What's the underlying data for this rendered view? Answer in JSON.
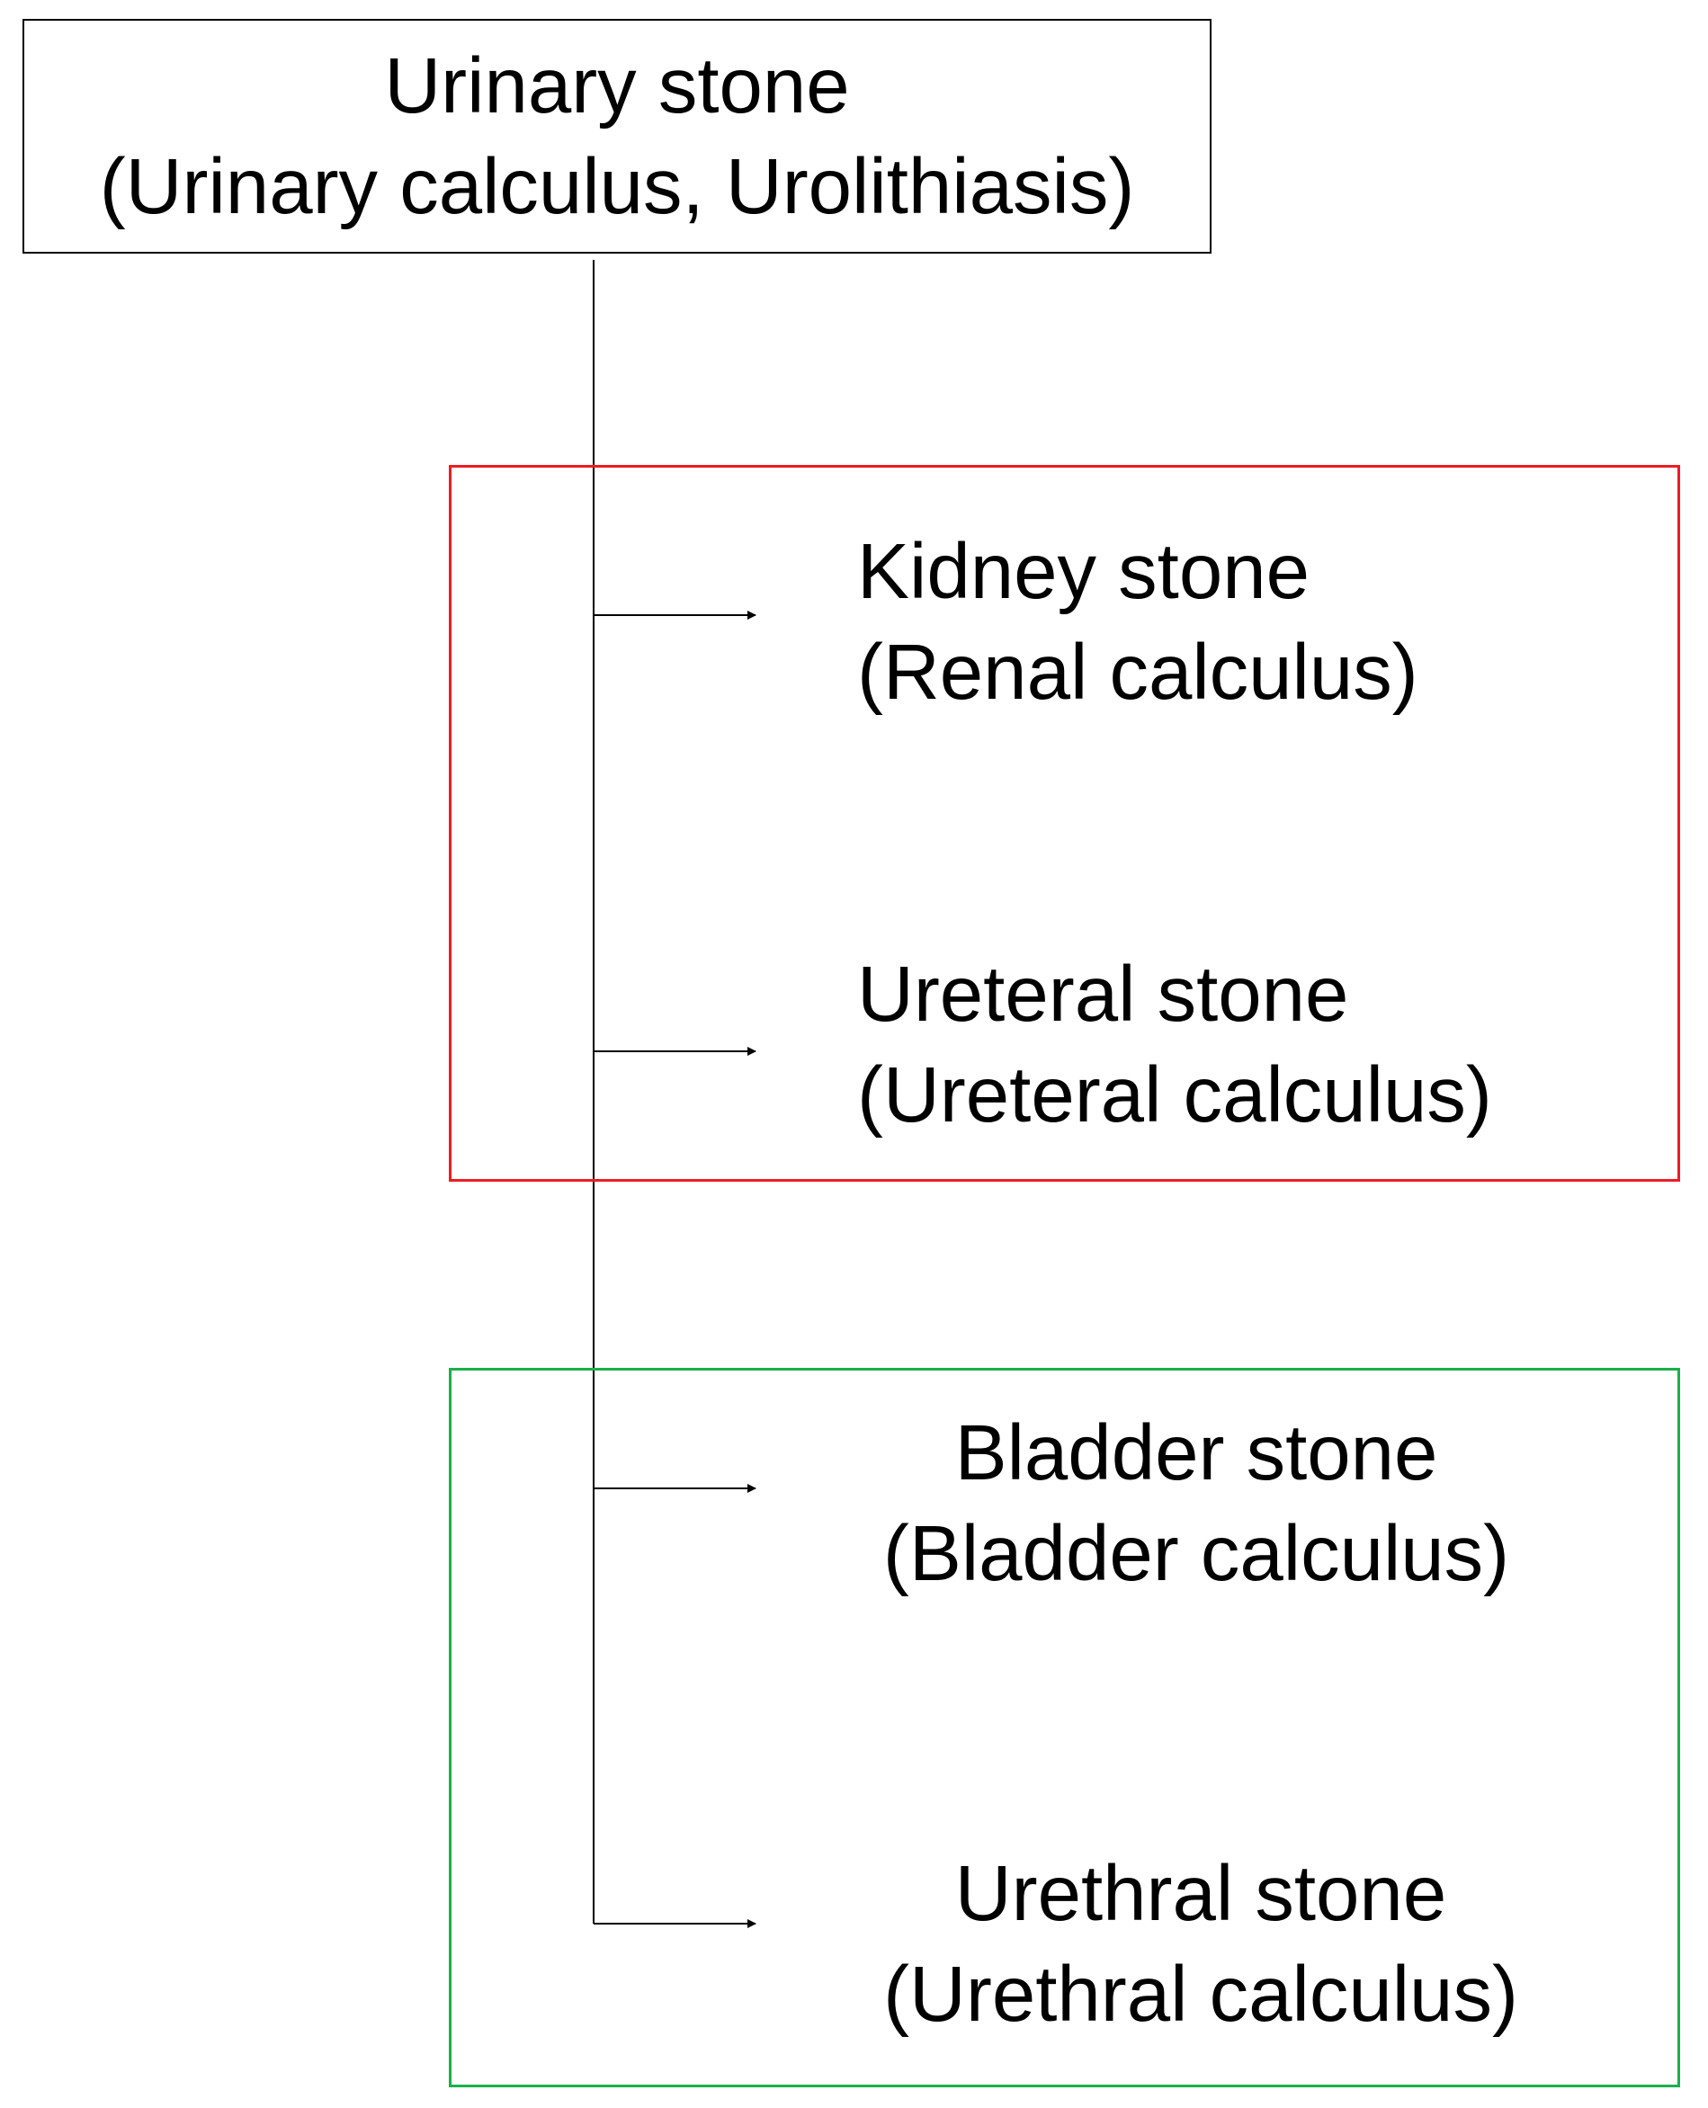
{
  "root": {
    "line1": "Urinary stone",
    "line2": "(Urinary calculus, Urolithiasis)"
  },
  "groups": {
    "upper": {
      "border_color": "#ee1c24"
    },
    "lower": {
      "border_color": "#1bb04a"
    }
  },
  "children": [
    {
      "name": "Kidney stone",
      "synonym": "(Renal calculus)"
    },
    {
      "name": "Ureteral stone",
      "synonym": "(Ureteral calculus)"
    },
    {
      "name": "Bladder stone",
      "synonym": "(Bladder calculus)"
    },
    {
      "name": "Urethral stone",
      "synonym": "(Urethral calculus)"
    }
  ]
}
